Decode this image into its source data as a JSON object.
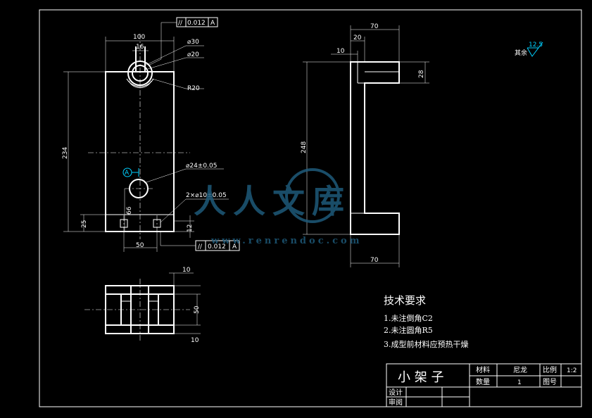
{
  "dimensions": {
    "front_width": "100",
    "slot_width": "16",
    "outer_dia": "⌀30",
    "inner_dia": "⌀20",
    "radius": "R20",
    "height": "234",
    "hole_dia": "⌀24±0.05",
    "small_holes": "2×⌀10±0.05",
    "bottom_offset": "25",
    "hole_height": "66",
    "hole_spacing": "50",
    "small_offset": "12",
    "side_top_width": "70",
    "side_wall": "20",
    "side_lip": "10",
    "side_height": "248",
    "side_top_thick": "28",
    "side_bottom_width": "70",
    "top_view_10a": "10",
    "top_view_50": "50",
    "top_view_10b": "10"
  },
  "tolerances": {
    "top_symbol": "//",
    "top_value": "0.012",
    "top_datum": "A",
    "bottom_symbol": "//",
    "bottom_value": "0.012",
    "bottom_datum": "A",
    "datum_label": "A"
  },
  "surface_finish": {
    "label": "其余",
    "value": "12.5"
  },
  "technical_requirements": {
    "title": "技术要求",
    "items": [
      "1.未注倒角C2",
      "2.未注圆角R5",
      "3.成型前材料应预热干燥"
    ]
  },
  "title_block": {
    "part_name": "小 架 子",
    "material_label": "材料",
    "material_value": "尼龙",
    "scale_label": "比例",
    "scale_value": "1:2",
    "qty_label": "数量",
    "qty_value": "1",
    "drawing_no_label": "图号",
    "designer_label": "设计",
    "reviewer_label": "审阅"
  },
  "watermark": {
    "text": "人人文库",
    "url": "www.renrendoc.com"
  }
}
